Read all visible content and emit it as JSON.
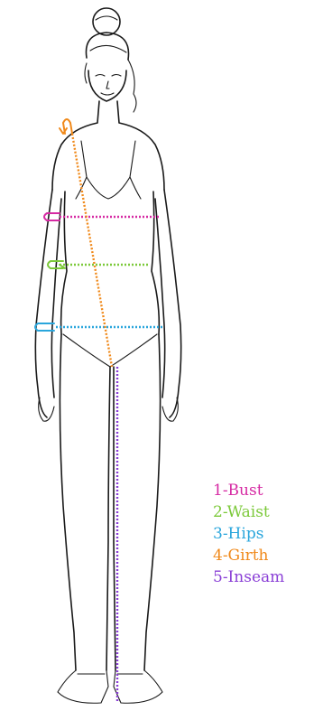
{
  "legend": [
    {
      "label": "1-Bust",
      "color": "#d62aa3"
    },
    {
      "label": "2-Waist",
      "color": "#7cc93a"
    },
    {
      "label": "3-Hips",
      "color": "#2aa6dc"
    },
    {
      "label": "4-Girth",
      "color": "#f0891a"
    },
    {
      "label": "5-Inseam",
      "color": "#8a3fd6"
    }
  ],
  "icons": {
    "bust": "u-turn-arrow-icon",
    "waist": "u-turn-arrow-icon",
    "hips": "u-turn-arrow-icon",
    "girth": "u-turn-arrow-icon"
  }
}
